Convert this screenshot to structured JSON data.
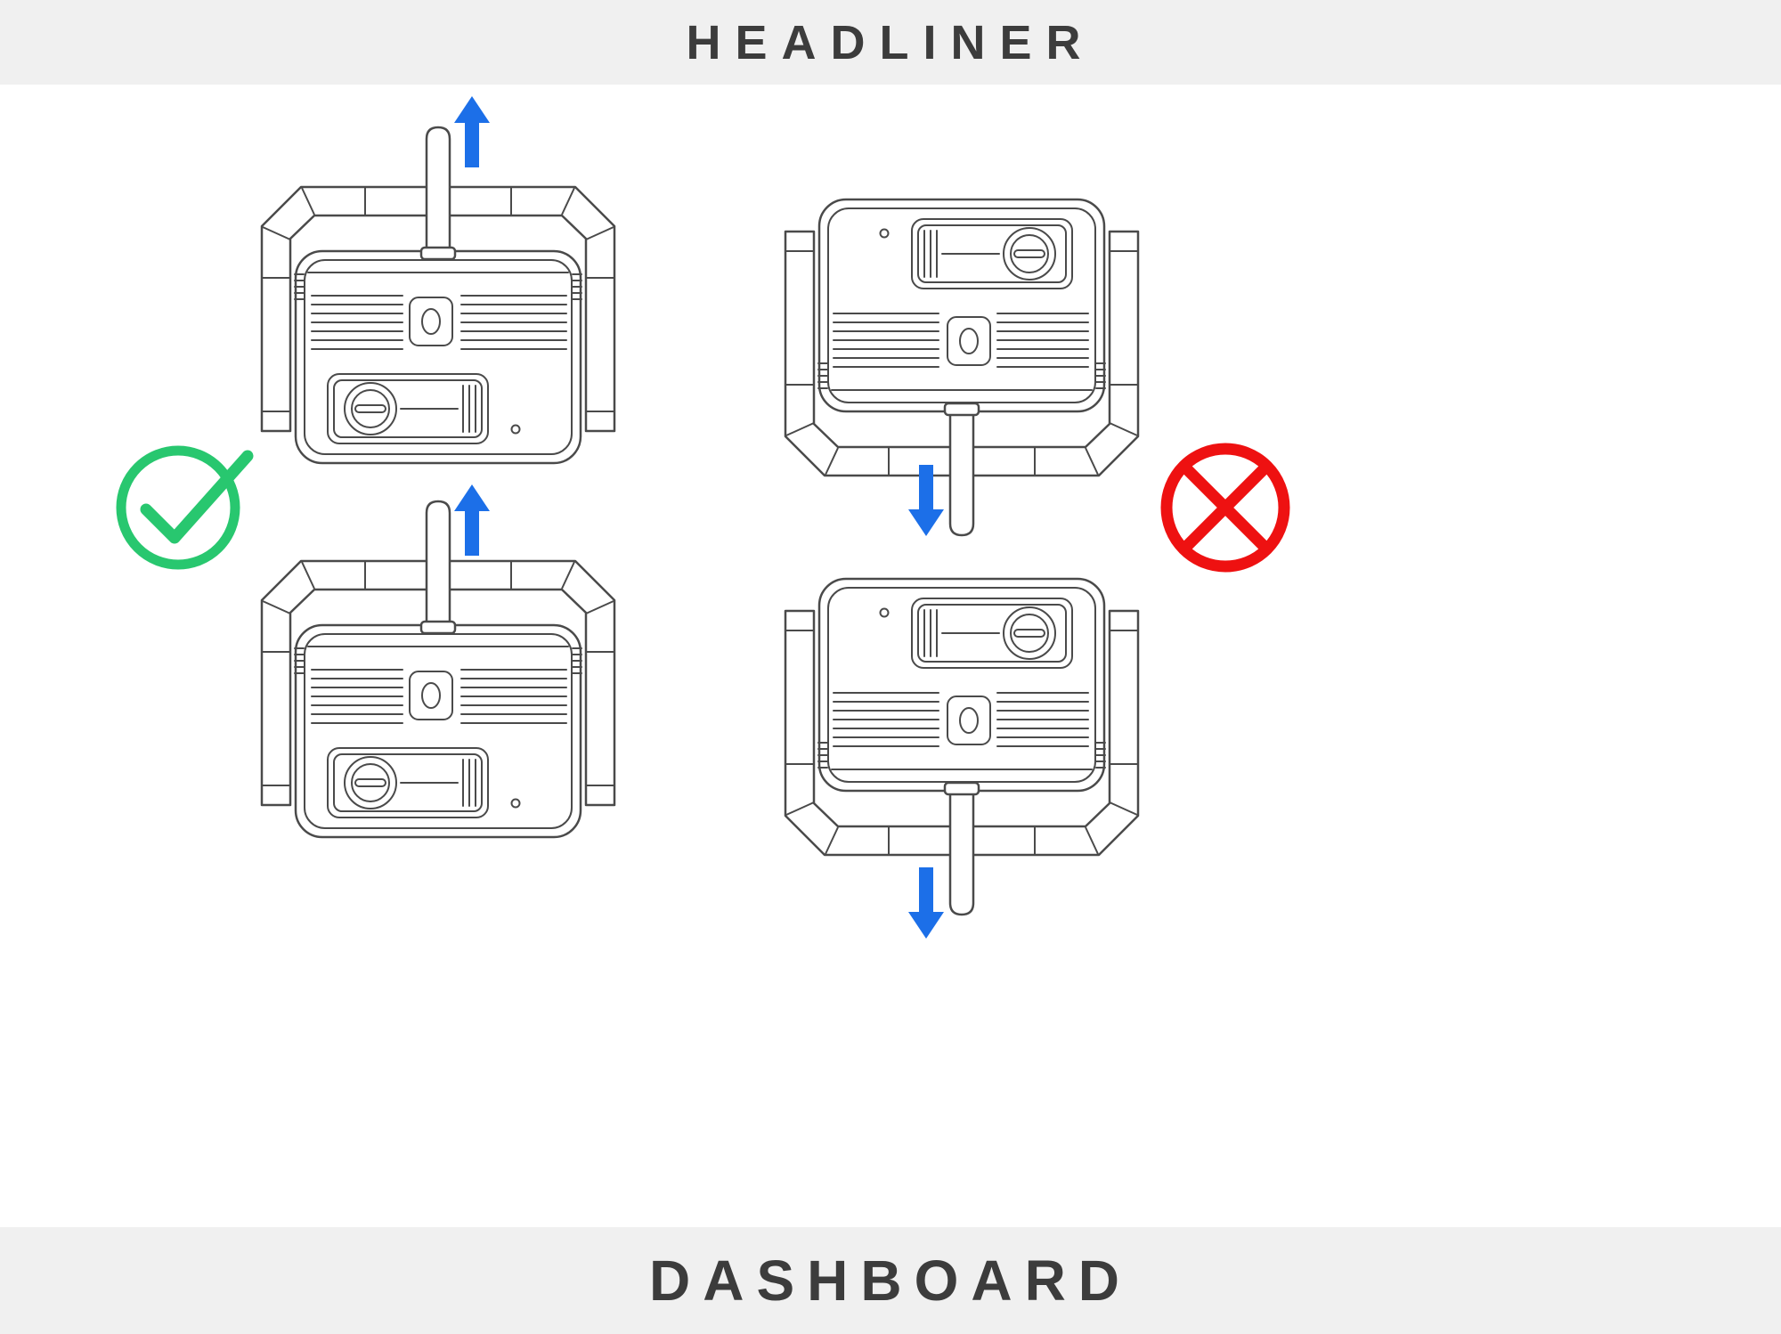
{
  "banners": {
    "top": {
      "label": "HEADLINER"
    },
    "bottom": {
      "label": "DASHBOARD"
    }
  },
  "groups": {
    "correct": {
      "status": "allowed",
      "status_icon": "check-circle-icon",
      "arrow_direction": "up",
      "arrow_count": 2,
      "device_count": 2,
      "device_orientation": "connector-post-up-toward-headliner"
    },
    "incorrect": {
      "status": "prohibited",
      "status_icon": "crossed-circle-icon",
      "arrow_direction": "down",
      "arrow_count": 2,
      "device_count": 2,
      "device_orientation": "connector-post-down-toward-dashboard"
    }
  },
  "colors": {
    "check_green": "#28C76F",
    "cross_red": "#EE1111",
    "arrow_blue": "#1C6FE8",
    "banner_bg": "#F0F0F0",
    "banner_text": "#3C3C3C",
    "canvas_bg": "#FFFFFF",
    "lineart_gray": "#4A4A4A"
  }
}
